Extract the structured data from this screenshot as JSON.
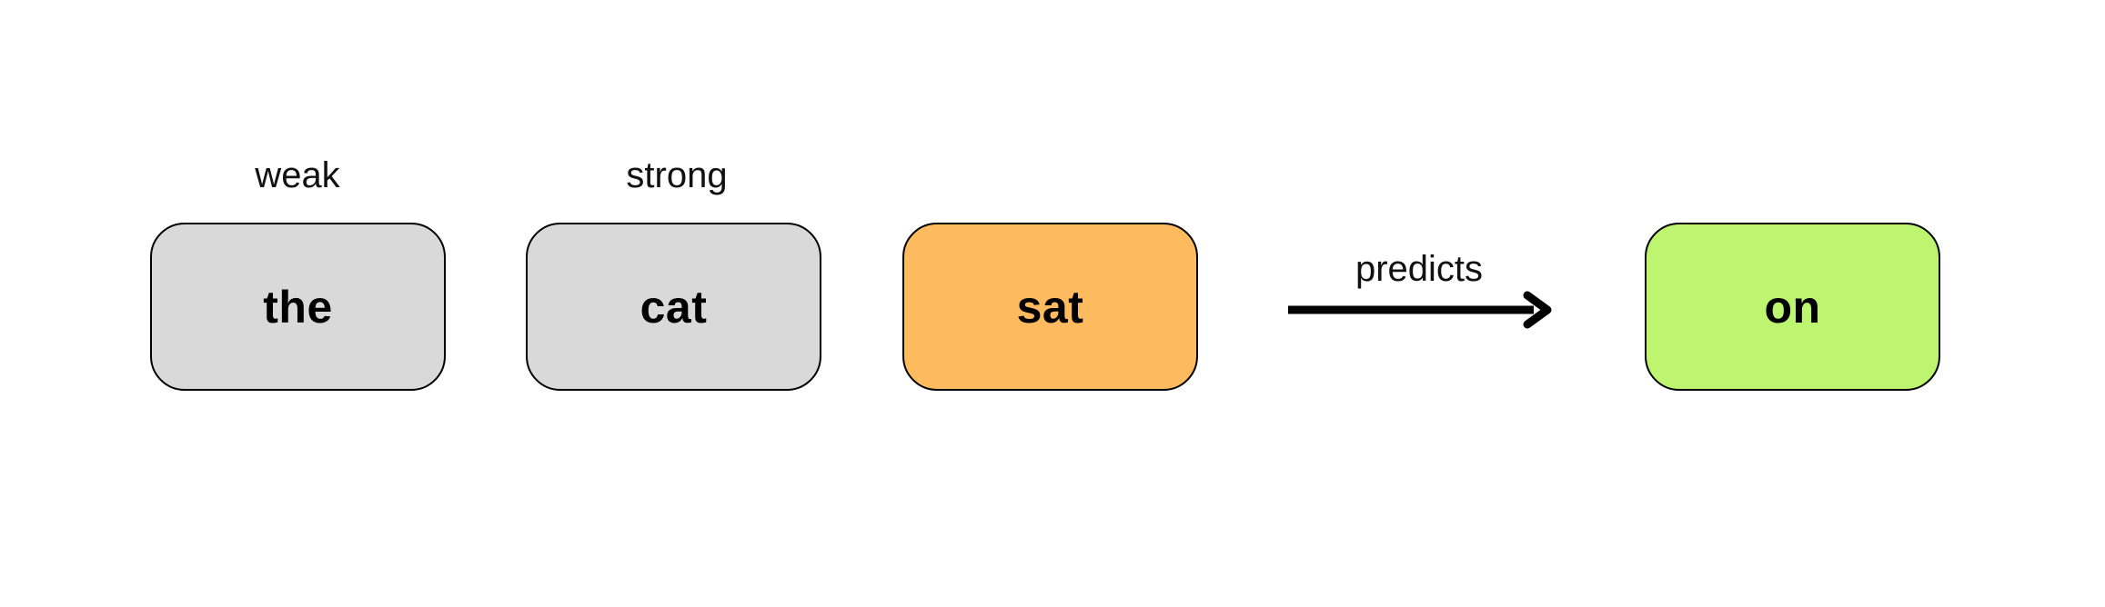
{
  "diagram": {
    "description": "token prediction diagram",
    "background": "#ffffff",
    "stroke_color": "#000000",
    "text_color": "#000000",
    "tokens": [
      {
        "text": "the",
        "label": "weak",
        "fill": "#d9d9d9"
      },
      {
        "text": "cat",
        "label": "strong",
        "fill": "#d9d9d9"
      },
      {
        "text": "sat",
        "label": "",
        "fill": "#fdba5e"
      },
      {
        "text": "on",
        "label": "",
        "fill": "#bdf571"
      }
    ],
    "arrow": {
      "label": "predicts",
      "color": "#000000"
    }
  }
}
